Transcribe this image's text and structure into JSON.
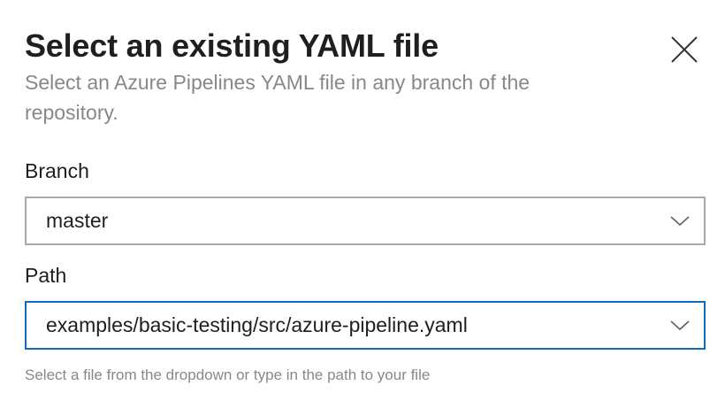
{
  "dialog": {
    "title": "Select an existing YAML file",
    "subtitle": "Select an Azure Pipelines YAML file in any branch of the repository.",
    "close_icon": "close-icon"
  },
  "branch": {
    "label": "Branch",
    "value": "master",
    "icon": "chevron-down-icon"
  },
  "path": {
    "label": "Path",
    "value": "examples/basic-testing/src/azure-pipeline.yaml",
    "icon": "chevron-down-icon",
    "helper": "Select a file from the dropdown or type in the path to your file"
  },
  "colors": {
    "accent_border": "#0f6cbd",
    "default_border": "#a8a8a8",
    "secondary_text": "#8a8886",
    "primary_text": "#201f1e"
  }
}
